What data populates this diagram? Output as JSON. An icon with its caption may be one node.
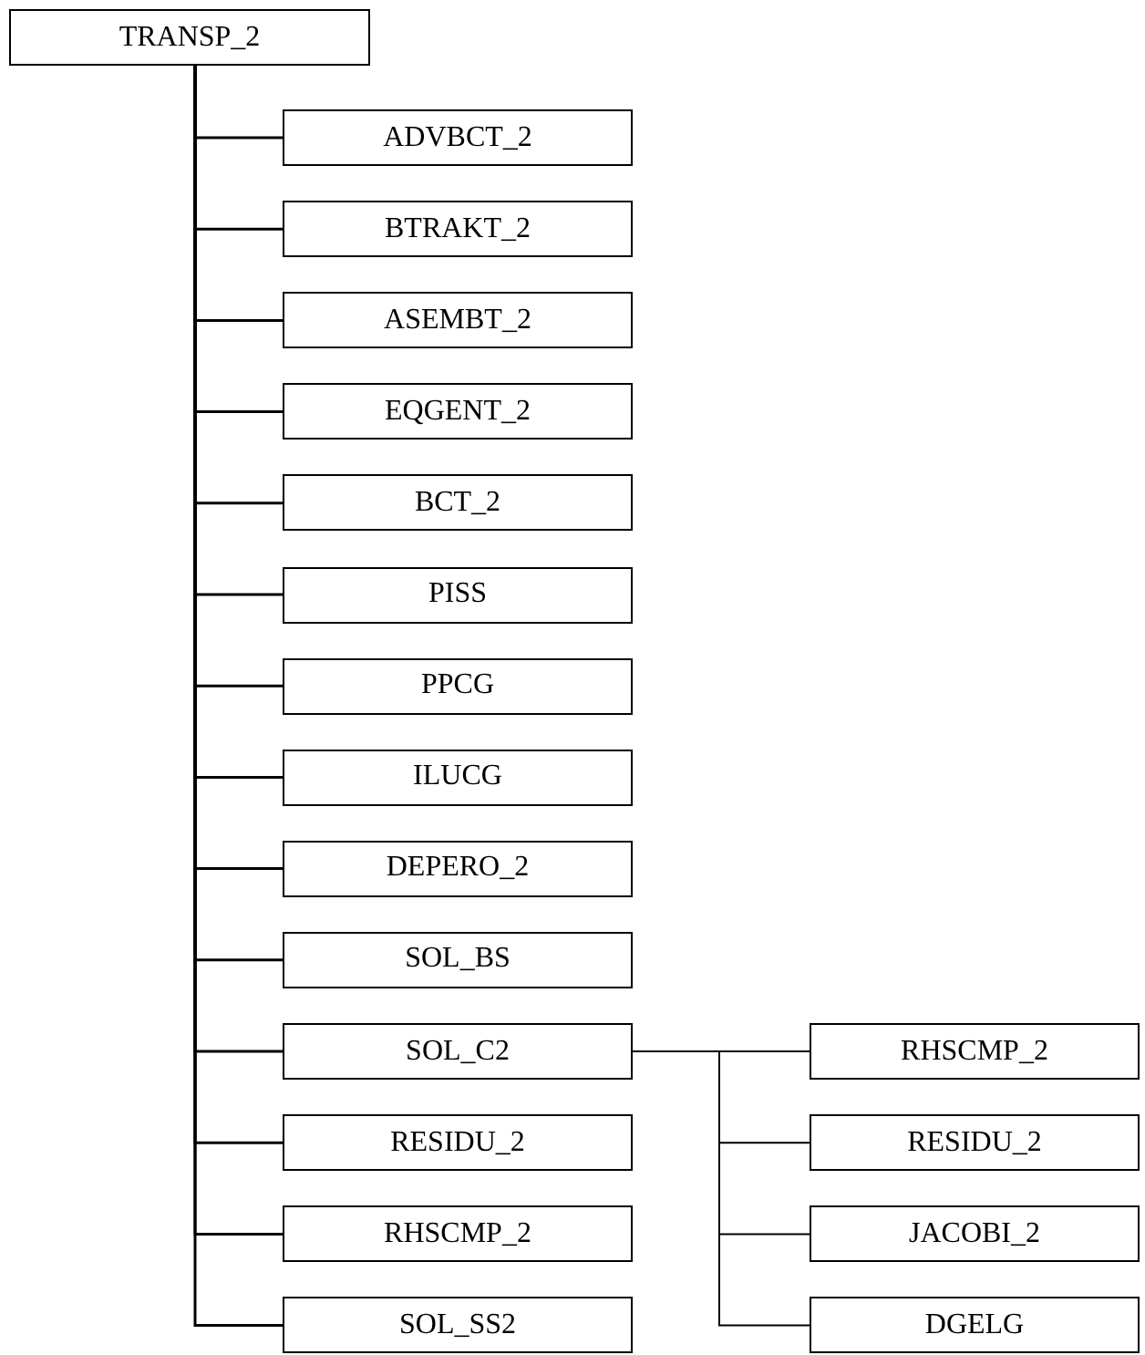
{
  "diagram": {
    "nodes": [
      {
        "text": [
          "TRANSP_2"
        ]
      },
      {
        "text": [
          "ADVBCT_2"
        ]
      },
      {
        "text": [
          "BTRAKT_2"
        ]
      },
      {
        "text": [
          "ASEMBT_2"
        ]
      },
      {
        "text": [
          "EQGENT_2"
        ]
      },
      {
        "text": [
          "BCT_2"
        ]
      },
      {
        "text": [
          "PISS"
        ]
      },
      {
        "text": [
          "PPCG"
        ]
      },
      {
        "text": [
          "ILUCG"
        ]
      },
      {
        "text": [
          "DEPERO_2"
        ]
      },
      {
        "text": [
          "SOL_BS"
        ]
      },
      {
        "text": [
          "SOL_C2"
        ]
      },
      {
        "text": [
          "RESIDU_2"
        ]
      },
      {
        "text": [
          "RHSCMP_2"
        ]
      },
      {
        "text": [
          "SOL_SS2"
        ]
      },
      {
        "text": [
          "RHSCMP_2"
        ]
      },
      {
        "text": [
          "RESIDU_2"
        ]
      },
      {
        "text": [
          "JACOBI_2"
        ]
      },
      {
        "text": [
          "DGELG"
        ]
      }
    ],
    "edges": [
      {
        "from": 0,
        "to": 1,
        "arrow": "none"
      },
      {
        "from": 0,
        "to": 2,
        "arrow": "none"
      },
      {
        "from": 0,
        "to": 3,
        "arrow": "none"
      },
      {
        "from": 0,
        "to": 4,
        "arrow": "none"
      },
      {
        "from": 0,
        "to": 5,
        "arrow": "none"
      },
      {
        "from": 0,
        "to": 6,
        "arrow": "none"
      },
      {
        "from": 0,
        "to": 7,
        "arrow": "none"
      },
      {
        "from": 0,
        "to": 8,
        "arrow": "none"
      },
      {
        "from": 0,
        "to": 9,
        "arrow": "none"
      },
      {
        "from": 0,
        "to": 10,
        "arrow": "none"
      },
      {
        "from": 0,
        "to": 11,
        "arrow": "none"
      },
      {
        "from": 0,
        "to": 12,
        "arrow": "none"
      },
      {
        "from": 0,
        "to": 13,
        "arrow": "none"
      },
      {
        "from": 0,
        "to": 14,
        "arrow": "none"
      },
      {
        "from": 11,
        "to": 15,
        "arrow": "none"
      },
      {
        "from": 11,
        "to": 16,
        "arrow": "none"
      },
      {
        "from": 11,
        "to": 17,
        "arrow": "none"
      },
      {
        "from": 11,
        "to": 18,
        "arrow": "none"
      }
    ]
  }
}
